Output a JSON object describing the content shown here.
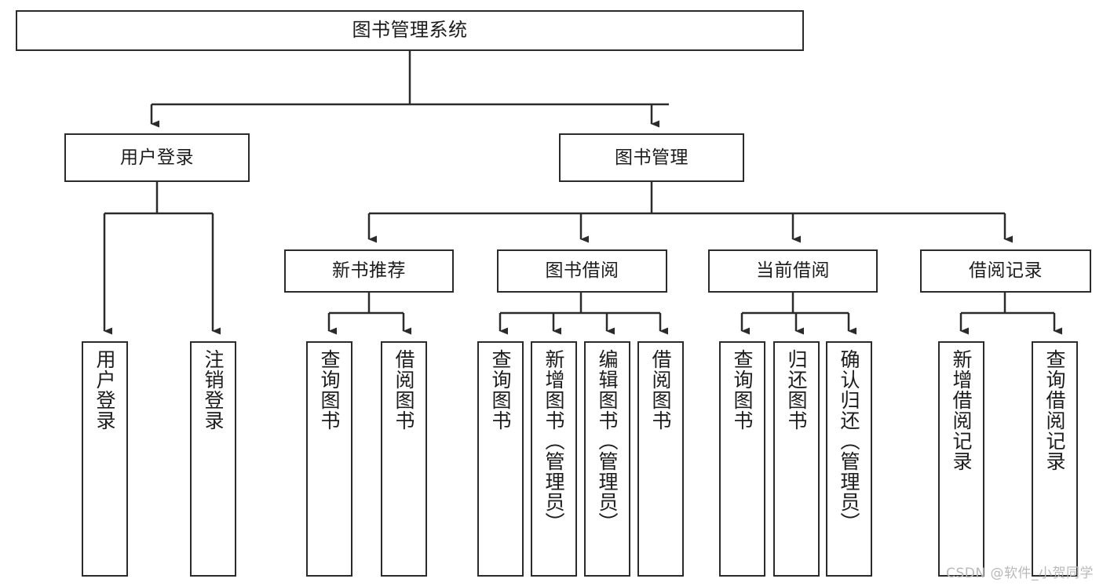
{
  "diagram": {
    "type": "tree",
    "title": "图书管理系统",
    "watermark": "CSDN @软件_小贺同学",
    "colors": {
      "stroke": "#2b2b2b",
      "fill": "#ffffff",
      "text": "#1c1c1c",
      "watermark": "#b9b9b9"
    },
    "nodes": {
      "root": {
        "label": "图书管理系统"
      },
      "level2": [
        {
          "id": "user-login",
          "label": "用户登录"
        },
        {
          "id": "book-manage",
          "label": "图书管理"
        }
      ],
      "level3": [
        {
          "id": "new-book-rec",
          "label": "新书推荐"
        },
        {
          "id": "book-borrow",
          "label": "图书借阅"
        },
        {
          "id": "current-borrow",
          "label": "当前借阅"
        },
        {
          "id": "borrow-record",
          "label": "借阅记录"
        }
      ],
      "leaves": {
        "user_login": [
          {
            "id": "leaf-user-login",
            "label": "用户登录"
          },
          {
            "id": "leaf-logout",
            "label": "注销登录"
          }
        ],
        "new_book_rec": [
          {
            "id": "leaf-query-book-1",
            "label": "查询图书"
          },
          {
            "id": "leaf-borrow-book-1",
            "label": "借阅图书"
          }
        ],
        "book_borrow": [
          {
            "id": "leaf-query-book-2",
            "label": "查询图书"
          },
          {
            "id": "leaf-add-book",
            "label": "新增图书（管理员）"
          },
          {
            "id": "leaf-edit-book",
            "label": "编辑图书（管理员）"
          },
          {
            "id": "leaf-borrow-book-2",
            "label": "借阅图书"
          }
        ],
        "current_borrow": [
          {
            "id": "leaf-query-book-3",
            "label": "查询图书"
          },
          {
            "id": "leaf-return-book",
            "label": "归还图书"
          },
          {
            "id": "leaf-confirm-return",
            "label": "确认归还（管理员）"
          }
        ],
        "borrow_record": [
          {
            "id": "leaf-add-record",
            "label": "新增借阅记录"
          },
          {
            "id": "leaf-query-record",
            "label": "查询借阅记录"
          }
        ]
      }
    }
  }
}
